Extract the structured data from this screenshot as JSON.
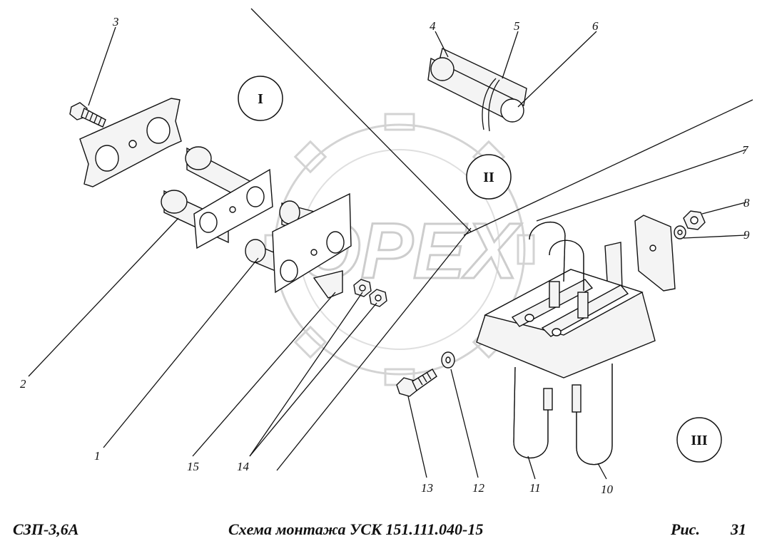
{
  "callouts": {
    "c1": "1",
    "c2": "2",
    "c3": "3",
    "c4": "4",
    "c5": "5",
    "c6": "6",
    "c7": "7",
    "c8": "8",
    "c9": "9",
    "c10": "10",
    "c11": "11",
    "c12": "12",
    "c13": "13",
    "c14": "14",
    "c15": "15"
  },
  "sections": {
    "s1": "I",
    "s2": "II",
    "s3": "III"
  },
  "watermark": "OPEX",
  "footer": {
    "model": "СЗП-3,6А",
    "caption": "Схема монтажа УСК 151.111.040-15",
    "fig_label": "Рис.",
    "fig_number": "31"
  },
  "colors": {
    "ink": "#111111",
    "watermark": "#c8c8c8"
  }
}
